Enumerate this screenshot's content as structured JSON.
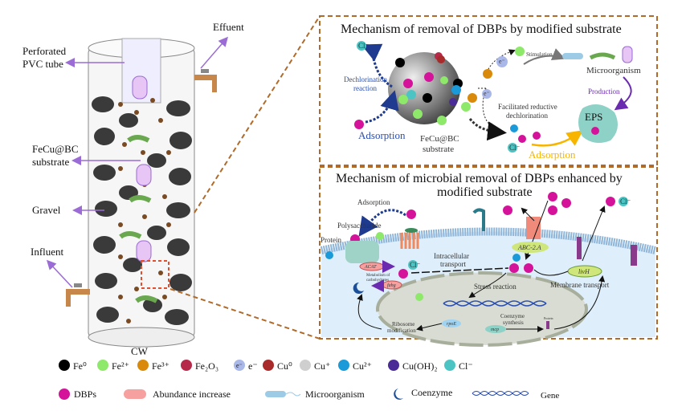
{
  "left": {
    "pvc_label_1": "Perforated",
    "pvc_label_2": "PVC tube",
    "effluent_label": "Effuent",
    "substrate_label_1": "FeCu@BC",
    "substrate_label_2": "substrate",
    "gravel_label": "Gravel",
    "influent_label": "Influent",
    "cw_label": "CW"
  },
  "top_panel": {
    "title": "Mechanism of removal of DBPs by modified substrate",
    "cl_1": "Cl⁻",
    "dechlorination_1": "Dechlorination",
    "dechlorination_2": "reaction",
    "adsorption_left": "Adsorption",
    "substrate_1": "FeCu@BC",
    "substrate_2": "substrate",
    "electron_1": "e⁻",
    "electron_2": "e⁻",
    "stimulation": "Stimulation",
    "microorganism": "Microorganism",
    "production": "Production",
    "facilitated_1": "Facilitated reductive",
    "facilitated_2": "dechlorination",
    "eps": "EPS",
    "cl_2": "Cl⁻",
    "adsorption_right": "Adsorption"
  },
  "bottom_panel": {
    "title_1": "Mechanism of microbial removal of DBPs enhanced by",
    "title_2": "modified substrate",
    "adsorption": "Adsorption",
    "polysaccharide": "Polysaccharide",
    "protein": "Protein",
    "acat": "ACAT",
    "metabolism_1": "Metabolism of",
    "metabolism_2": "carbohydrates",
    "fahg": "fahg",
    "cl_1": "Cl⁻",
    "intracellular_1": "Intracellular",
    "intracellular_2": "transport",
    "abc": "ABC-2.A",
    "livh": "livH",
    "cl_2": "Cl⁻",
    "membrane_transport": "Membrane transport",
    "stress_reaction": "Stress reaction",
    "coenzyme_1": "Coenzyme",
    "coenzyme_2": "synthesis",
    "rpoe": "rpoE",
    "mcp": "mcp",
    "protein_small": "Protein",
    "ribosome_1": "Ribosome",
    "ribosome_2": "modification"
  },
  "legend": {
    "row1": [
      {
        "label": "Fe⁰",
        "color": "#000000"
      },
      {
        "label": "Fe²⁺",
        "color": "#8ee86a"
      },
      {
        "label": "Fe³⁺",
        "color": "#d98a0a"
      },
      {
        "label": "Fe₂O₃",
        "color": "#b52a48"
      },
      {
        "label": "e⁻",
        "color": "#a9b8e8",
        "icon_text": "e⁻"
      },
      {
        "label": "Cu⁰",
        "color": "#a82a2a"
      },
      {
        "label": "Cu⁺",
        "color": "#cfcfcf"
      },
      {
        "label": "Cu²⁺",
        "color": "#1a9ad8"
      },
      {
        "label": "Cu(OH)₂",
        "color": "#4b2c96"
      },
      {
        "label": "Cl⁻",
        "color": "#4cc4c4"
      }
    ],
    "row2": {
      "dbps": {
        "label": "DBPs",
        "color": "#d4139a"
      },
      "abundance": {
        "label": "Abundance increase",
        "color": "#f7a0a0"
      },
      "microorganism": {
        "label": "Microorganism",
        "color": "#9dcbe6"
      },
      "coenzyme": {
        "label": "Coenzyme",
        "color": "#1b4f9a"
      },
      "gene": {
        "label": "Gene",
        "color": "#2b4fb0"
      }
    }
  },
  "colors": {
    "dashed_border": "#b06a2a",
    "cell_fill": "#deeefb",
    "membrane": "#8fb5d8",
    "nucleus": "#d9dcd2",
    "dbp": "#d4139a",
    "arrow_blue": "#1f3b8f",
    "arrow_orange": "#f7b500",
    "arrow_purple": "#6a2bb0"
  }
}
